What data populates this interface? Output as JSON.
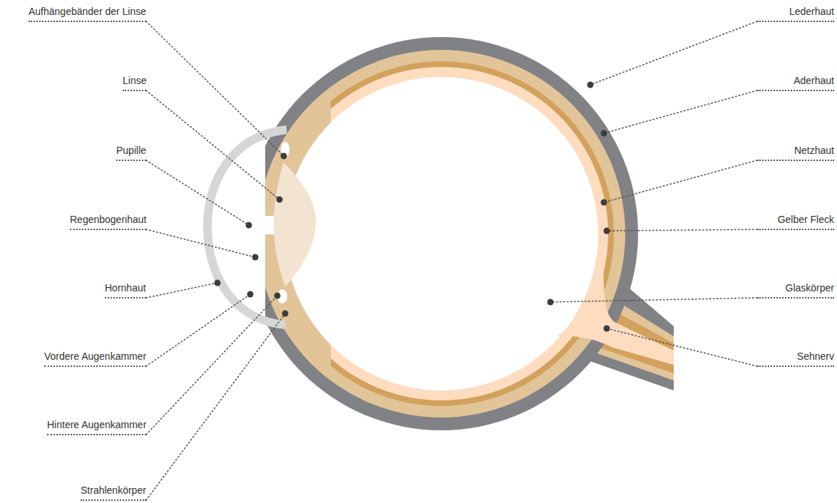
{
  "diagram": {
    "labels": [
      "Aufhängebänder der Linse",
      "Linse",
      "Pupille",
      "Regenbogenhaut",
      "Hornhaut",
      "Vordere Augenkammer",
      "Hintere Augenkammer",
      "Strahlenkörper",
      "Lederhaut",
      "Aderhaut",
      "Netzhaut",
      "Gelber Fleck",
      "Glaskörper",
      "Sehnerv"
    ]
  }
}
